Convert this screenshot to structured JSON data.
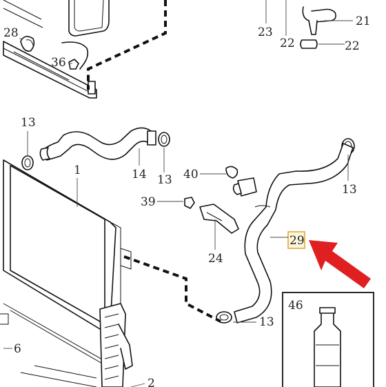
{
  "callouts": {
    "c28": "28",
    "c36": "36",
    "c23": "23",
    "c22a": "22",
    "c22b": "22",
    "c21": "21",
    "c13a": "13",
    "c1": "1",
    "c14": "14",
    "c13b": "13",
    "c40": "40",
    "c13c": "13",
    "c39": "39",
    "c24": "24",
    "c29": "29",
    "c13d": "13",
    "c46": "46",
    "c6": "6",
    "c2": "2"
  },
  "highlight": {
    "part": "29",
    "arrow_color": "#e02020",
    "box_color": "#e0a53a"
  }
}
